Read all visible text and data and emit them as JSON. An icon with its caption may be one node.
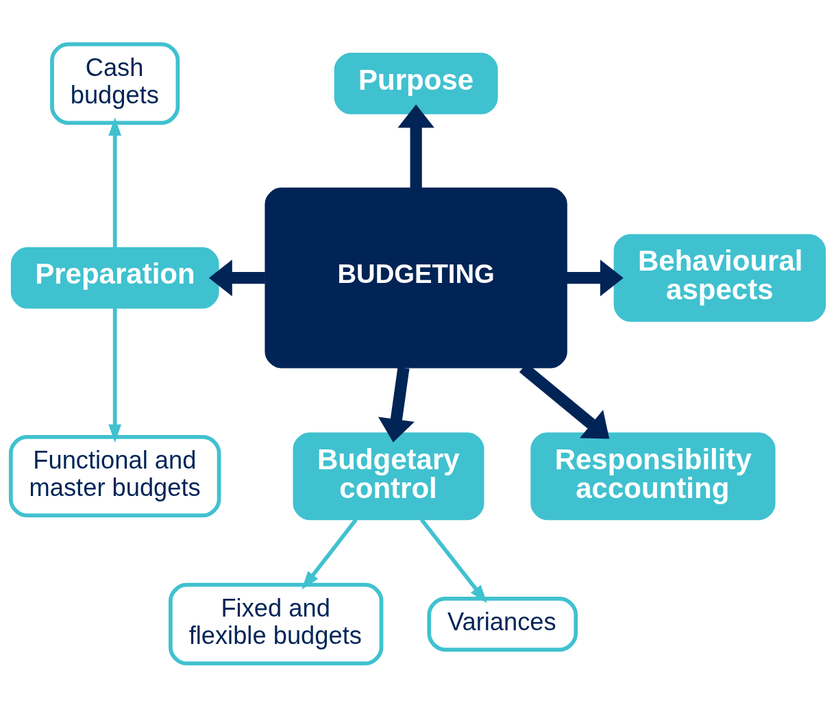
{
  "diagram": {
    "nodes": [
      {
        "text": [
          "BUDGETING"
        ]
      },
      {
        "text": [
          "Purpose"
        ]
      },
      {
        "text": [
          "Behavioural aspects"
        ]
      },
      {
        "text": [
          "Responsibility accounting"
        ]
      },
      {
        "text": [
          "Budgetary control"
        ]
      },
      {
        "text": [
          "Preparation"
        ]
      },
      {
        "text": [
          "Cash budgets"
        ]
      },
      {
        "text": [
          "Functional and master budgets"
        ]
      },
      {
        "text": [
          "Fixed and flexible budgets"
        ]
      },
      {
        "text": [
          "Variances"
        ]
      }
    ],
    "edges": [
      {
        "from": 0,
        "to": 1,
        "arrow": "to"
      },
      {
        "from": 0,
        "to": 2,
        "arrow": "to"
      },
      {
        "from": 0,
        "to": 3,
        "arrow": "to"
      },
      {
        "from": 0,
        "to": 4,
        "arrow": "to"
      },
      {
        "from": 0,
        "to": 5,
        "arrow": "to"
      },
      {
        "from": 5,
        "to": 6,
        "arrow": "to",
        "color": "#40c1cf"
      },
      {
        "from": 5,
        "to": 7,
        "arrow": "to",
        "color": "#40c1cf"
      },
      {
        "from": 4,
        "to": 8,
        "arrow": "to",
        "color": "#40c1cf"
      },
      {
        "from": 4,
        "to": 9,
        "arrow": "to",
        "color": "#40c1cf"
      }
    ]
  }
}
